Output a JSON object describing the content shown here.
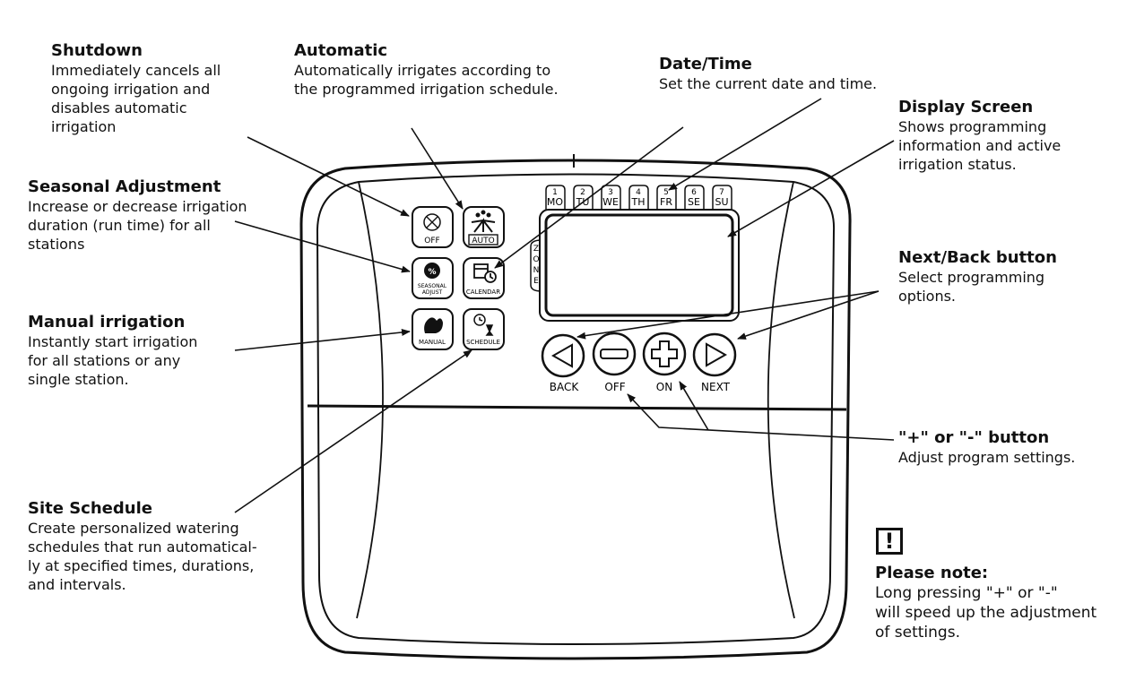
{
  "callouts": {
    "shutdown": {
      "title": "Shutdown",
      "desc": [
        "Immediately cancels all",
        "ongoing irrigation and",
        "disables automatic",
        "irrigation"
      ]
    },
    "automatic": {
      "title": "Automatic",
      "desc": [
        "Automatically irrigates according to",
        "the programmed irrigation schedule."
      ]
    },
    "datetime": {
      "title": "Date/Time",
      "desc": [
        "Set the current date and time."
      ]
    },
    "display": {
      "title": "Display Screen",
      "desc": [
        "Shows programming",
        "information and active",
        "irrigation status."
      ]
    },
    "seasonal": {
      "title": "Seasonal Adjustment",
      "desc": [
        "Increase or decrease irrigation",
        "duration (run time) for all",
        "stations"
      ]
    },
    "manual": {
      "title": "Manual irrigation",
      "desc": [
        "Instantly start irrigation",
        "for all stations or any",
        "single station."
      ]
    },
    "nextback": {
      "title": "Next/Back button",
      "desc": [
        "Select programming",
        "options."
      ]
    },
    "plusminus": {
      "title": "\"+\" or \"-\" button",
      "desc": [
        "Adjust program settings."
      ]
    },
    "schedule": {
      "title": "Site Schedule",
      "desc": [
        "Create personalized watering",
        "schedules that run automatical-",
        "ly at specified times, durations,",
        "and intervals."
      ]
    }
  },
  "note": {
    "icon_text": "!",
    "title": "Please note:",
    "desc": [
      "Long pressing \"+\" or \"-\"",
      "will speed up the adjustment",
      "of settings."
    ]
  },
  "device": {
    "buttons": {
      "off": "OFF",
      "auto": "AUTO",
      "seasonal_line1": "SEASONAL",
      "seasonal_line2": "ADJUST",
      "seasonal_symbol": "%",
      "calendar": "CALENDAR",
      "manual": "MANUAL",
      "schedule": "SCHEDULE"
    },
    "days": [
      {
        "num": "1",
        "abbr": "MO"
      },
      {
        "num": "2",
        "abbr": "TU"
      },
      {
        "num": "3",
        "abbr": "WE"
      },
      {
        "num": "4",
        "abbr": "TH"
      },
      {
        "num": "5",
        "abbr": "FR"
      },
      {
        "num": "6",
        "abbr": "SE"
      },
      {
        "num": "7",
        "abbr": "SU"
      }
    ],
    "zone_letters": [
      "Z",
      "O",
      "N",
      "E"
    ],
    "nav_labels": {
      "back": "BACK",
      "off": "OFF",
      "on": "ON",
      "next": "NEXT"
    }
  }
}
